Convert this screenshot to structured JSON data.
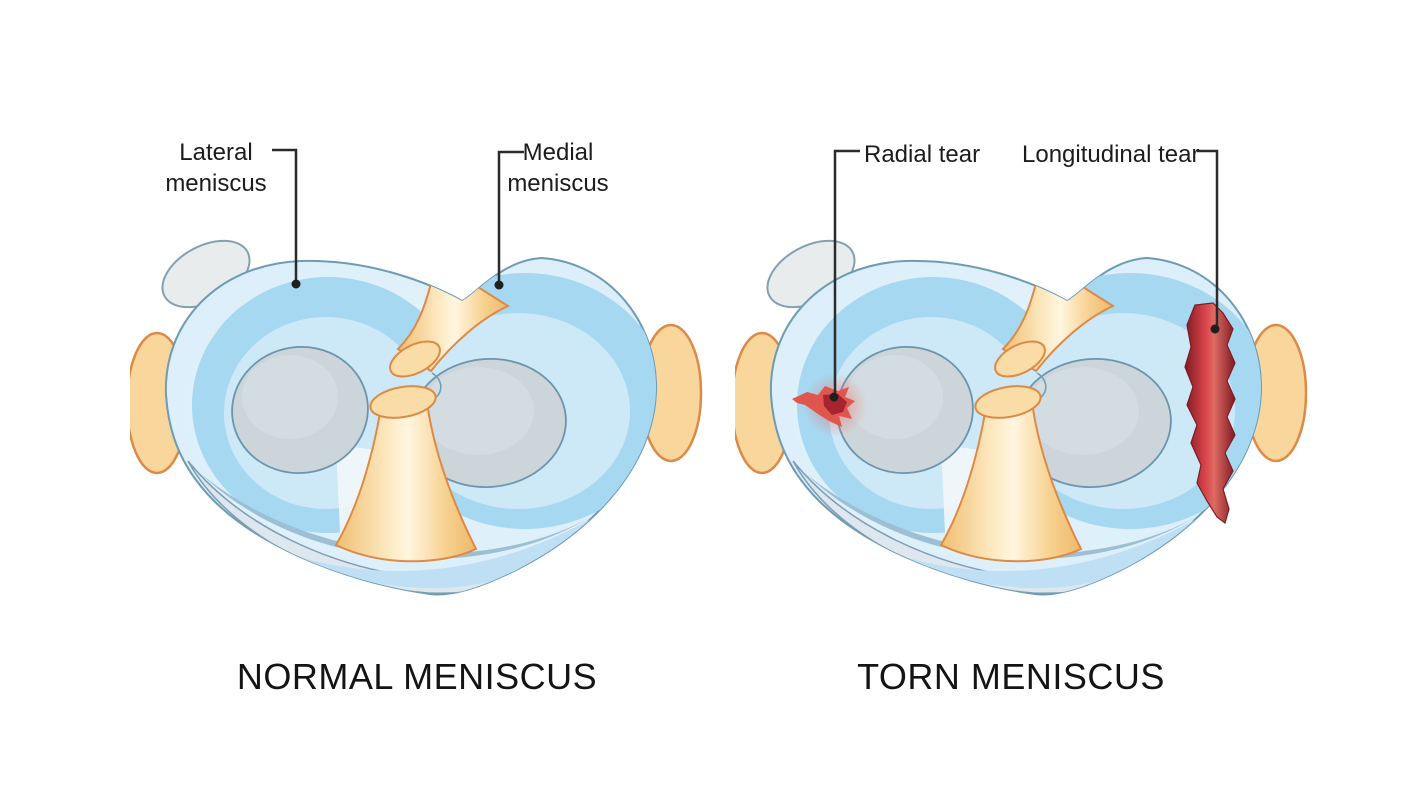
{
  "panels": [
    {
      "caption": "NORMAL MENISCUS",
      "annotations": [
        {
          "label": "Lateral meniscus"
        },
        {
          "label": "Medial meniscus"
        }
      ]
    },
    {
      "caption": "TORN MENISCUS",
      "annotations": [
        {
          "label": "Radial tear"
        },
        {
          "label": "Longitudinal tear"
        }
      ]
    }
  ],
  "colors": {
    "background": "#ffffff",
    "text": "#1c1c1c",
    "leader_line": "#2b2b2b",
    "body_blue": "#ddeefa",
    "meniscus_blue": "#a6d8f2",
    "inner_blue": "#cde8f7",
    "outline_slate": "#6d9cb4",
    "cartilage_gray": "#ccd5da",
    "capsule_gray": "#dde7ed",
    "steel_band": "#9dbfd3",
    "ligament_tan": "#f9d494",
    "ligament_outline": "#dc8a45",
    "patella_gray": "#e9eced",
    "tear_red": "#cf3a42",
    "tear_dark_red": "#7e1b22"
  }
}
